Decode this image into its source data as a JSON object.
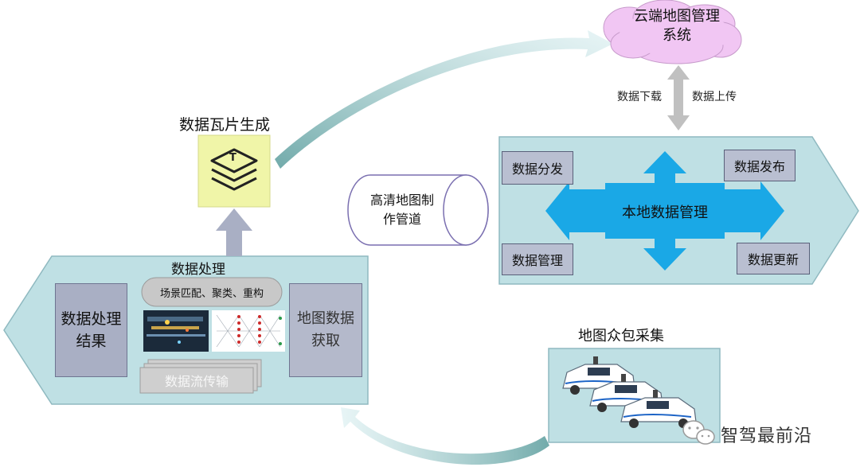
{
  "cloud": {
    "label_line1": "云端地图管理",
    "label_line2": "系统"
  },
  "transfer": {
    "download": "数据下载",
    "upload": "数据上传"
  },
  "tile_generation": {
    "title": "数据瓦片生成",
    "icon": "layers-T-icon",
    "icon_letter": "T"
  },
  "pipeline": {
    "line1": "高清地图制",
    "line2": "作管道"
  },
  "local_management": {
    "center": "本地数据管理",
    "distribute": "数据分发",
    "publish": "数据发布",
    "manage": "数据管理",
    "update": "数据更新"
  },
  "processing": {
    "title": "数据处理",
    "ops": "场景匹配、聚类、重构",
    "result_line1": "数据处理",
    "result_line2": "结果",
    "acquire_line1": "地图数据",
    "acquire_line2": "获取",
    "stream": "数据流传输"
  },
  "crowdsource": {
    "title": "地图众包采集"
  },
  "watermark": {
    "text": "智驾最前沿",
    "icon": "wechat-icon"
  },
  "colors": {
    "panel_fill": "#bfe0e4",
    "panel_border": "#8fb9c0",
    "gray_box": "#a9afc4",
    "blue_arrow": "#1aa8e6",
    "tile_yellow": "#f0f5a8",
    "cloud_fill": "#f1c6f3",
    "flow_arrow": "#6aa6a6"
  }
}
